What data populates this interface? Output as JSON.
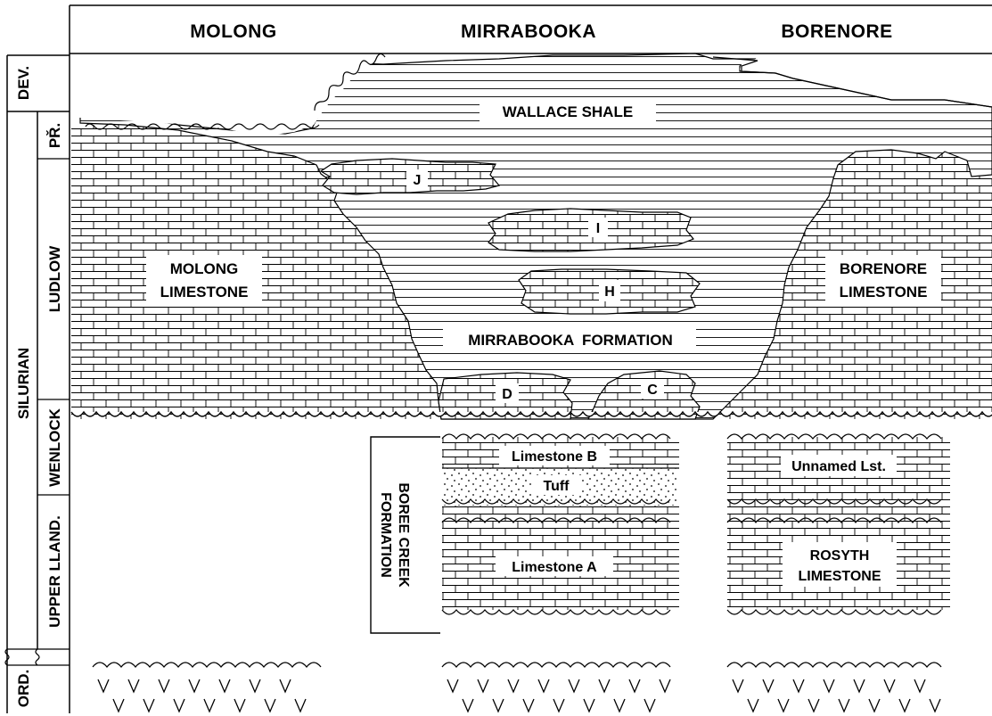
{
  "columns": [
    "MOLONG",
    "MIRRABOOKA",
    "BORENORE"
  ],
  "periods": {
    "dev": "DEV.",
    "silurian": "SILURIAN",
    "ordovician": "ORD."
  },
  "series": {
    "pridoli": "PŘ.",
    "ludlow": "LUDLOW",
    "wenlock": "WENLOCK",
    "upper_llandovery": "UPPER LLAND."
  },
  "units": {
    "wallace_shale": "WALLACE SHALE",
    "molong_limestone": [
      "MOLONG",
      "LIMESTONE"
    ],
    "borenore_limestone": [
      "BORENORE",
      "LIMESTONE"
    ],
    "mirrabooka_formation": "MIRRABOOKA  FORMATION",
    "lens_j": "J",
    "lens_i": "I",
    "lens_h": "H",
    "lens_d": "D",
    "lens_c": "C",
    "limestone_b": "Limestone B",
    "tuff": "Tuff",
    "limestone_a": "Limestone A",
    "boree_creek_formation": [
      "BOREE CREEK",
      "FORMATION"
    ],
    "unnamed_lst": "Unnamed Lst.",
    "rosyth_limestone": [
      "ROSYTH",
      "LIMESTONE"
    ]
  }
}
